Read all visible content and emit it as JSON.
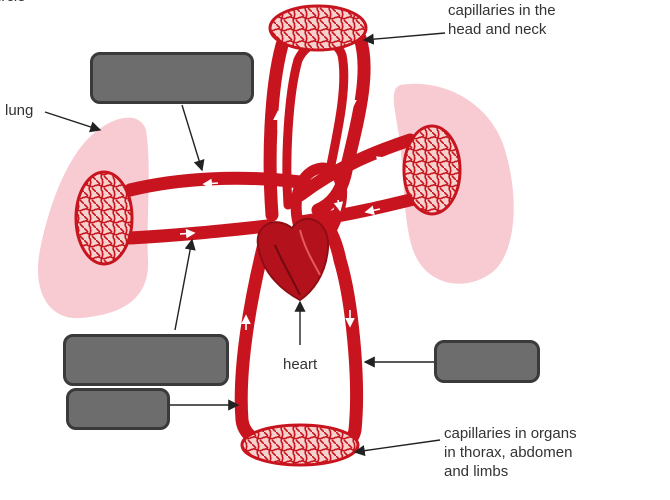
{
  "labels": {
    "top_fragment": "ircle",
    "lung": "lung",
    "head_neck": "capillaries in the\nhead and neck",
    "heart": "heart",
    "organs": "capillaries in organs\nin thorax, abdomen\nand limbs"
  },
  "answer_boxes": [
    {
      "id": "box-top-left",
      "text": ""
    },
    {
      "id": "box-bottom-left-1",
      "text": ""
    },
    {
      "id": "box-bottom-left-2",
      "text": ""
    },
    {
      "id": "box-right",
      "text": ""
    }
  ],
  "colors": {
    "vessel": "#c8141e",
    "vessel_dark": "#8f0d14",
    "capillary_fill": "#f4c8c4",
    "lung": "#f7c4cd",
    "heart": "#b3121c",
    "blank_box": "#6d6d6d",
    "blank_border": "#3a3a3a",
    "text": "#333333"
  }
}
